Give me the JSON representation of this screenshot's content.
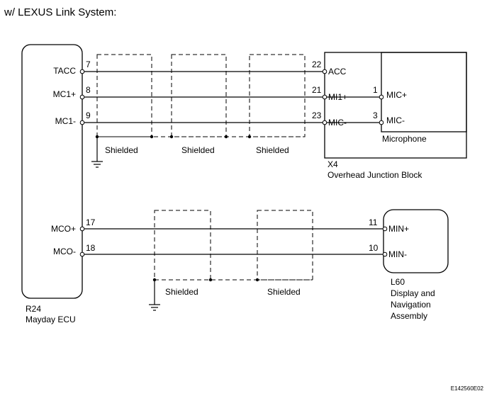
{
  "title": "w/ LEXUS Link System:",
  "ecu": {
    "code": "R24",
    "name": "Mayday ECU",
    "pins": [
      {
        "label": "TACC",
        "num": "7"
      },
      {
        "label": "MC1+",
        "num": "8"
      },
      {
        "label": "MC1-",
        "num": "9"
      },
      {
        "label": "MCO+",
        "num": "17"
      },
      {
        "label": "MCO-",
        "num": "18"
      }
    ]
  },
  "junction_block": {
    "code": "X4",
    "name": "Overhead Junction Block",
    "pins": [
      {
        "label": "ACC",
        "num": "22"
      },
      {
        "label": "MI1+",
        "num": "21"
      },
      {
        "label": "MIC-",
        "num": "23"
      }
    ]
  },
  "microphone": {
    "name": "Microphone",
    "pins": [
      {
        "label": "MIC+",
        "num": "1"
      },
      {
        "label": "MIC-",
        "num": "3"
      }
    ]
  },
  "display": {
    "code": "L60",
    "name_line1": "Display and",
    "name_line2": "Navigation",
    "name_line3": "Assembly",
    "pins": [
      {
        "label": "MIN+",
        "num": "11"
      },
      {
        "label": "MIN-",
        "num": "10"
      }
    ]
  },
  "shield_label": "Shielded",
  "figure_code": "E142560E02"
}
